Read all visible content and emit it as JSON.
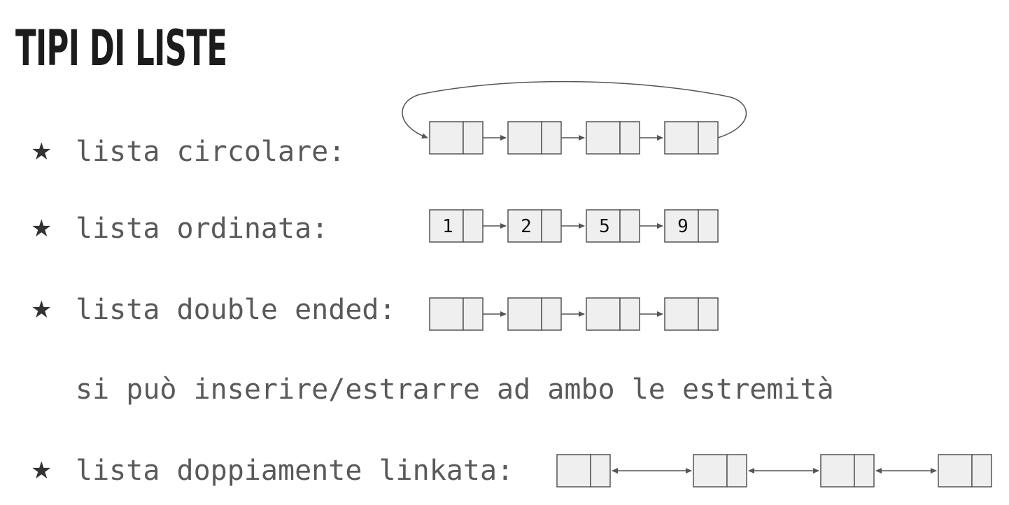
{
  "title": "Tipi di liste",
  "items": [
    {
      "bullet": "★",
      "label": "lista circolare:"
    },
    {
      "bullet": "★",
      "label": "lista ordinata:"
    },
    {
      "bullet": "★",
      "label": "lista double ended:"
    },
    {
      "bullet": "★",
      "label": "lista doppiamente linkata:"
    }
  ],
  "double_ended_note": "si può inserire/estrarre ad ambo le estremità",
  "ordered_values": [
    "1",
    "2",
    "5",
    "9"
  ],
  "colors": {
    "node_fill": "#efefef",
    "stroke": "#555555",
    "text": "#595959"
  }
}
